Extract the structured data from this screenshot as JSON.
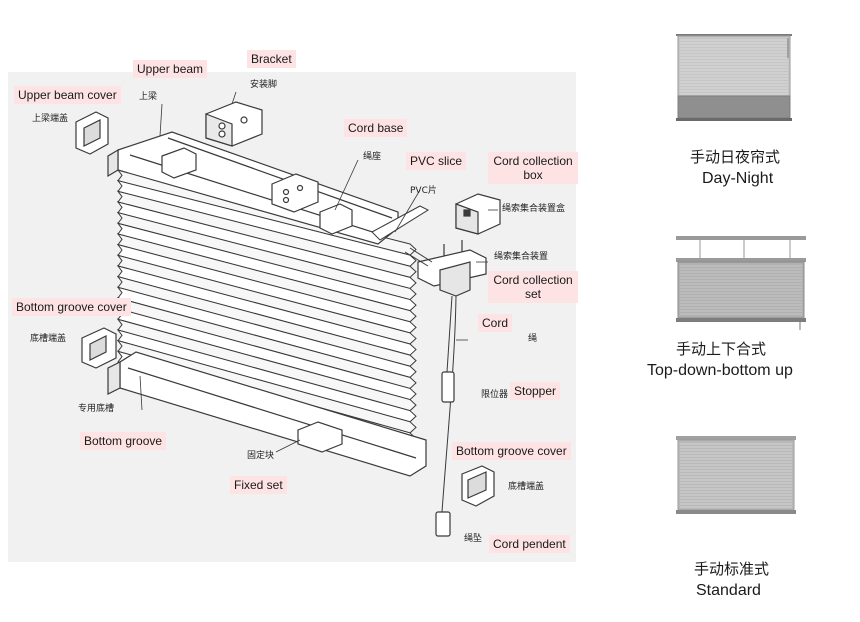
{
  "diagram": {
    "labels_en": {
      "upper_beam": "Upper beam",
      "upper_beam_cover": "Upper beam cover",
      "bracket": "Bracket",
      "cord_base": "Cord base",
      "pvc_slice": "PVC slice",
      "cord_collection_box_l1": "Cord collection",
      "cord_collection_box_l2": "box",
      "cord_collection_set_l1": "Cord collection",
      "cord_collection_set_l2": "set",
      "cord": "Cord",
      "bottom_groove_cover_left": "Bottom groove cover",
      "bottom_groove_cover_right": "Bottom groove cover",
      "stopper": "Stopper",
      "bottom_groove": "Bottom groove",
      "fixed_set": "Fixed set",
      "cord_pendent": "Cord pendent"
    },
    "labels_cn": {
      "upper_beam": "上梁",
      "bracket": "安装脚",
      "upper_beam_cover": "上梁端盖",
      "cord_base": "绳座",
      "pvc_slice": "PVC片",
      "cord_collection_box": "绳索集合装置盒",
      "cord_collection_set": "绳索集合装置",
      "cord": "绳",
      "bottom_groove_cover_left": "底槽端盖",
      "stopper": "限位器",
      "bottom_groove": "专用底槽",
      "fixed_set": "固定块",
      "bottom_groove_cover_right": "底槽端盖",
      "cord_pendent": "绳坠"
    }
  },
  "variants": [
    {
      "cn": "手动日夜帘式",
      "en": "Day-Night",
      "icon": "day-night-blind-icon"
    },
    {
      "cn": "手动上下合式",
      "en": "Top-down-bottom up",
      "icon": "top-down-bottom-up-blind-icon"
    },
    {
      "cn": "手动标准式",
      "en": "Standard",
      "icon": "standard-blind-icon"
    }
  ],
  "colors": {
    "callout_bg": "#fde3e4",
    "drawing_bg": "#f1f1f1",
    "line": "#3a3a3a",
    "fabric": "#bdbdbd",
    "fabric_dark": "#8f8f8f"
  }
}
